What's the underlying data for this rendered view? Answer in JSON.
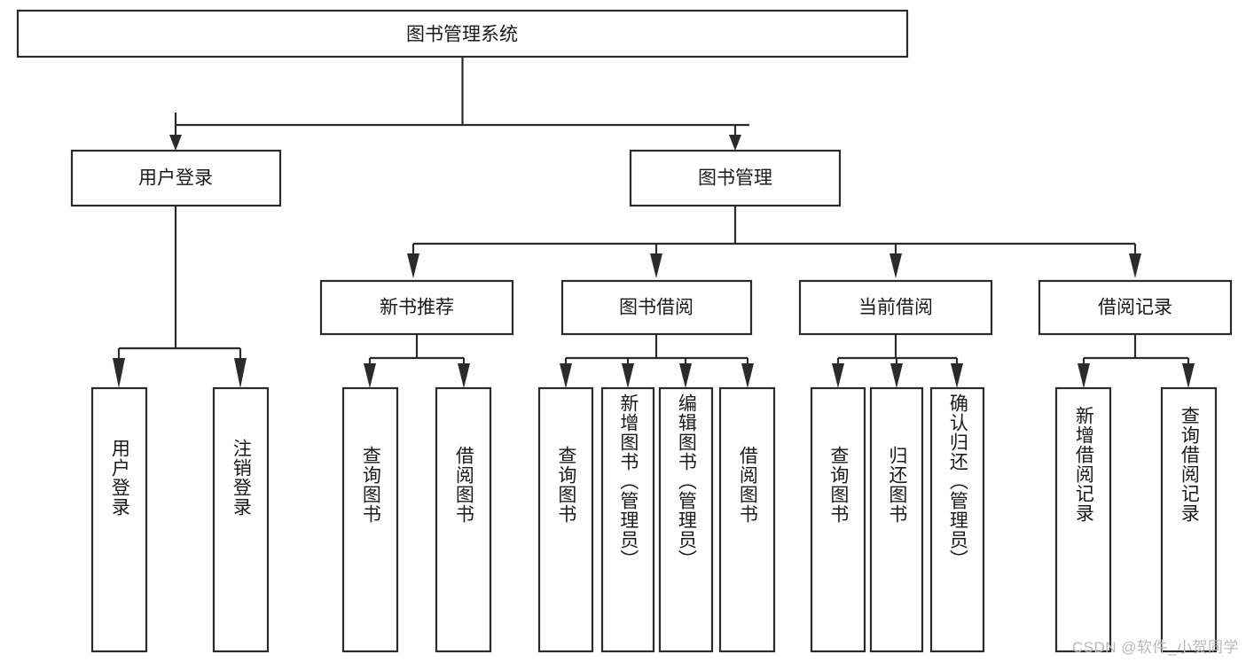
{
  "diagram": {
    "type": "tree",
    "title": "图书管理系统",
    "watermark": "CSDN @软件_小贺同学",
    "colors": {
      "stroke": "#2b2b2b",
      "fill": "#ffffff",
      "text": "#1a1a1a",
      "watermark": "#b9b9b9"
    },
    "root": {
      "label": "图书管理系统"
    },
    "level2": [
      {
        "id": "user-login",
        "label": "用户登录"
      },
      {
        "id": "book-management",
        "label": "图书管理"
      }
    ],
    "level3": [
      {
        "id": "new-book-recommend",
        "label": "新书推荐",
        "parent": "book-management"
      },
      {
        "id": "book-borrow",
        "label": "图书借阅",
        "parent": "book-management"
      },
      {
        "id": "current-borrow",
        "label": "当前借阅",
        "parent": "book-management"
      },
      {
        "id": "borrow-record",
        "label": "借阅记录",
        "parent": "book-management"
      }
    ],
    "leaves": [
      {
        "id": "leaf-user-login",
        "label": "用户登录",
        "parent": "user-login"
      },
      {
        "id": "leaf-logout",
        "label": "注销登录",
        "parent": "user-login"
      },
      {
        "id": "leaf-query-book-1",
        "label": "查询图书",
        "parent": "new-book-recommend"
      },
      {
        "id": "leaf-borrow-book-1",
        "label": "借阅图书",
        "parent": "new-book-recommend"
      },
      {
        "id": "leaf-query-book-2",
        "label": "查询图书",
        "parent": "book-borrow"
      },
      {
        "id": "leaf-add-book",
        "label": "新增图书（管理员）",
        "parent": "book-borrow"
      },
      {
        "id": "leaf-edit-book",
        "label": "编辑图书（管理员）",
        "parent": "book-borrow"
      },
      {
        "id": "leaf-borrow-book-2",
        "label": "借阅图书",
        "parent": "book-borrow"
      },
      {
        "id": "leaf-query-book-3",
        "label": "查询图书",
        "parent": "current-borrow"
      },
      {
        "id": "leaf-return-book",
        "label": "归还图书",
        "parent": "current-borrow"
      },
      {
        "id": "leaf-confirm-return",
        "label": "确认归还（管理员）",
        "parent": "current-borrow"
      },
      {
        "id": "leaf-add-record",
        "label": "新增借阅记录",
        "parent": "borrow-record"
      },
      {
        "id": "leaf-query-record",
        "label": "查询借阅记录",
        "parent": "borrow-record"
      }
    ]
  }
}
